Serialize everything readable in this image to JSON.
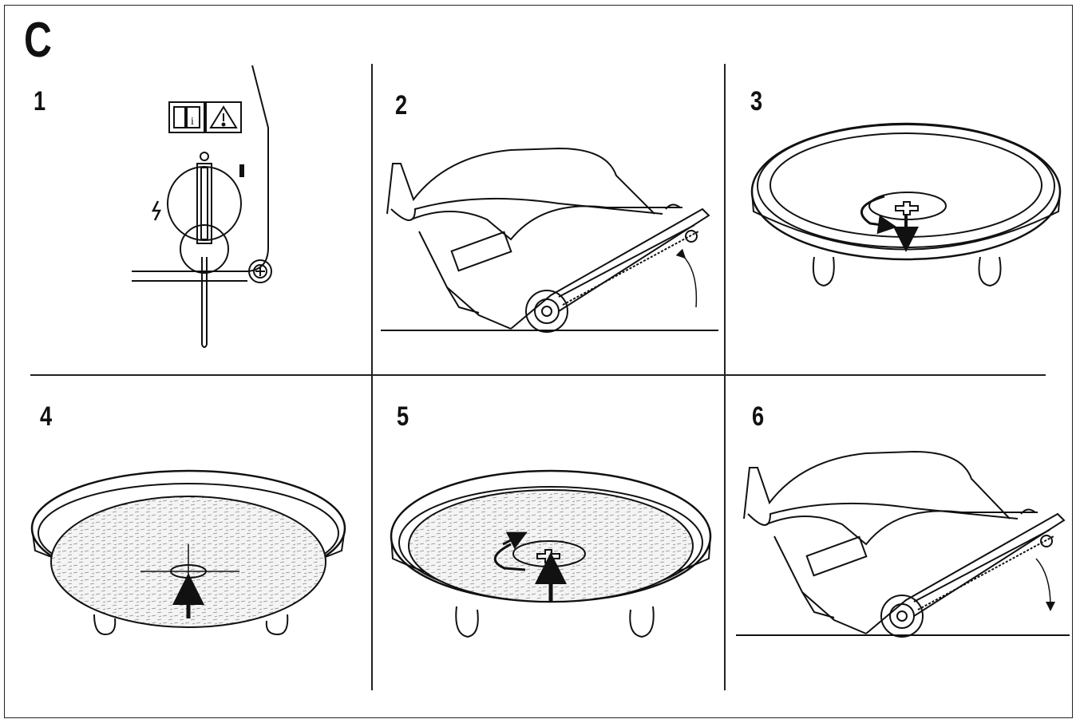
{
  "section": {
    "letter": "C"
  },
  "steps": [
    {
      "number": "1",
      "icons": [
        "manual-book-icon",
        "warning-triangle-icon"
      ],
      "switch_labels": {
        "off": "O",
        "on": "I"
      }
    },
    {
      "number": "2"
    },
    {
      "number": "3"
    },
    {
      "number": "4"
    },
    {
      "number": "5"
    },
    {
      "number": "6"
    }
  ]
}
